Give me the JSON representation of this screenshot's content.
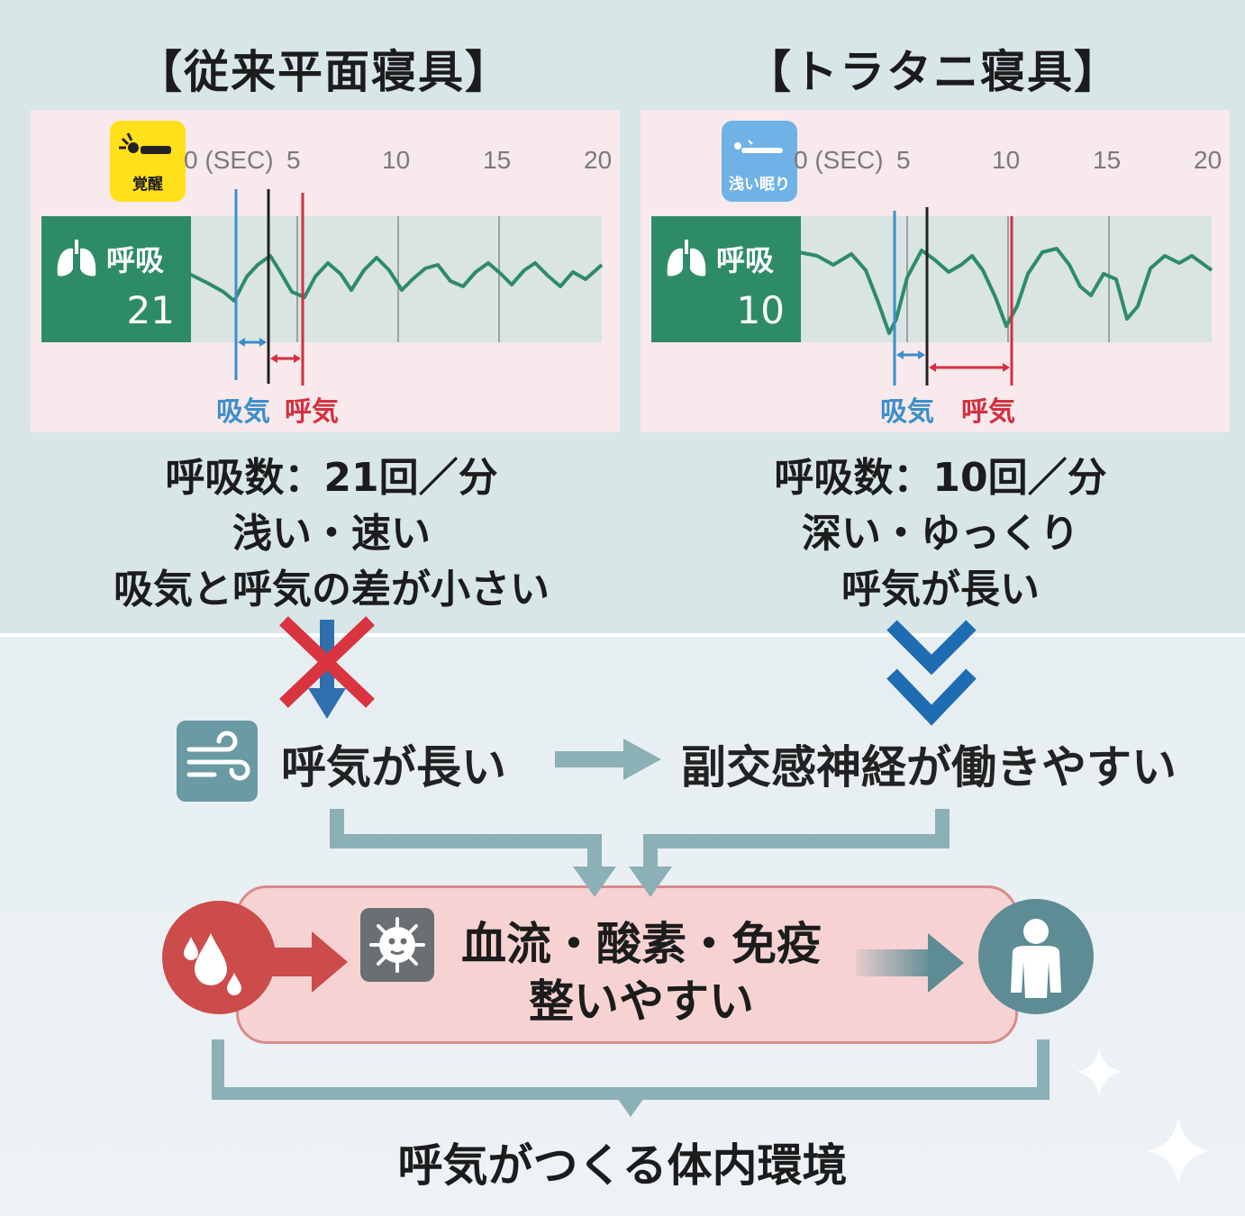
{
  "left": {
    "title": "【従来平面寝具】",
    "state_badge": "覚醒",
    "ticks": [
      "0 (SEC)",
      "5",
      "10",
      "15",
      "20"
    ],
    "lung_label": "呼吸",
    "lung_value": "21",
    "inhale_label": "吸気",
    "exhale_label": "呼気",
    "desc": [
      "呼吸数：21回／分",
      "浅い・速い",
      "吸気と呼気の差が小さい"
    ]
  },
  "right": {
    "title": "【トラタニ寝具】",
    "state_badge": "浅い眠り",
    "ticks": [
      "0 (SEC)",
      "5",
      "10",
      "15",
      "20"
    ],
    "lung_label": "呼吸",
    "lung_value": "10",
    "inhale_label": "吸気",
    "exhale_label": "呼気",
    "desc": [
      "呼吸数：10回／分",
      "深い・ゆっくり",
      "呼気が長い"
    ]
  },
  "flow": {
    "exhale_long": "呼気が長い",
    "parasympathetic": "副交感神経が働きやすい",
    "result": [
      "血流・酸素・免疫",
      "整いやすい"
    ],
    "bottom_title": "呼気がつくる体内環境"
  },
  "icons": {
    "wind": "wind-icon",
    "virus": "virus-icon",
    "droplet": "water-droplet-icon",
    "person": "person-icon",
    "lungs": "lungs-icon",
    "sleep": "sleeping-person-icon",
    "cross": "red-x-mark",
    "sparkle": "sparkle-icon"
  },
  "colors": {
    "panel_bg": "#f8e9ec",
    "wave": "#2e8b67",
    "inhale": "#3d8fc8",
    "exhale": "#d43040",
    "arrow_flow": "#8bb0b5",
    "down_chevron": "#1e6db3",
    "cross": "#d9343f"
  }
}
